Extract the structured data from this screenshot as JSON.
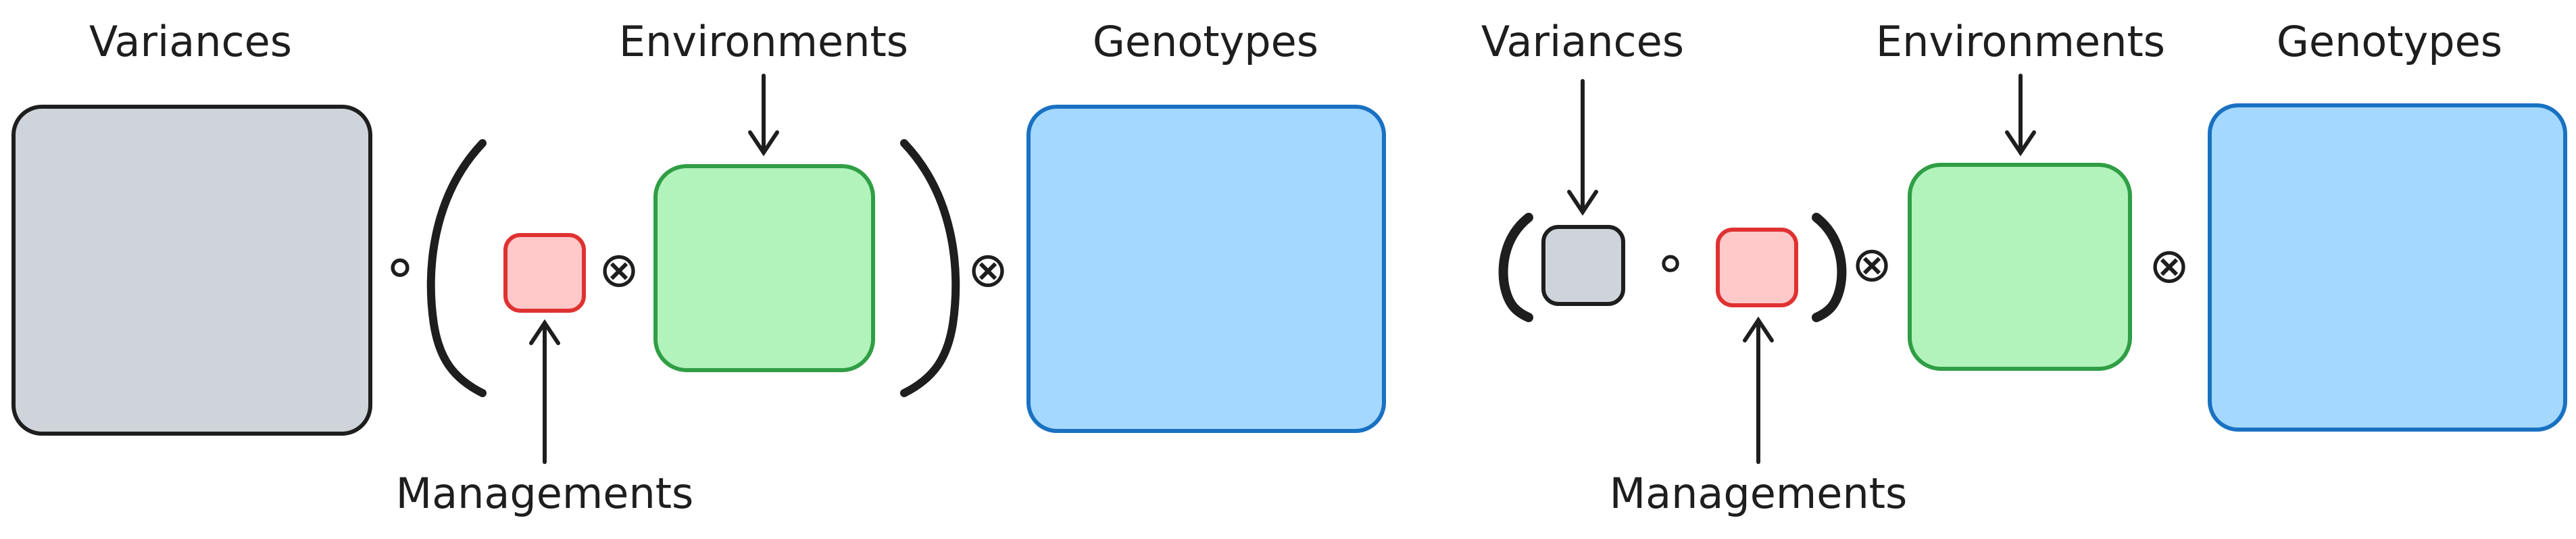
{
  "colors": {
    "variance_fill": "#ced4da",
    "variance_stroke": "#1e1e1e",
    "management_fill": "#ffc9c9",
    "management_stroke": "#e03131",
    "environment_fill": "#b2f2bb",
    "environment_stroke": "#2f9e44",
    "genotype_fill": "#a5d8ff",
    "genotype_stroke": "#1971c2",
    "ink": "#1e1e1e"
  },
  "left": {
    "variances_label": "Variances",
    "environments_label": "Environments",
    "genotypes_label": "Genotypes",
    "managements_label": "Managements",
    "op_hadamard": "∘",
    "op_kron_1": "⊗",
    "op_kron_2": "⊗"
  },
  "right": {
    "variances_label": "Variances",
    "environments_label": "Environments",
    "genotypes_label": "Genotypes",
    "managements_label": "Managements",
    "op_hadamard": "∘",
    "op_kron_1": "⊗",
    "op_kron_2": "⊗"
  }
}
